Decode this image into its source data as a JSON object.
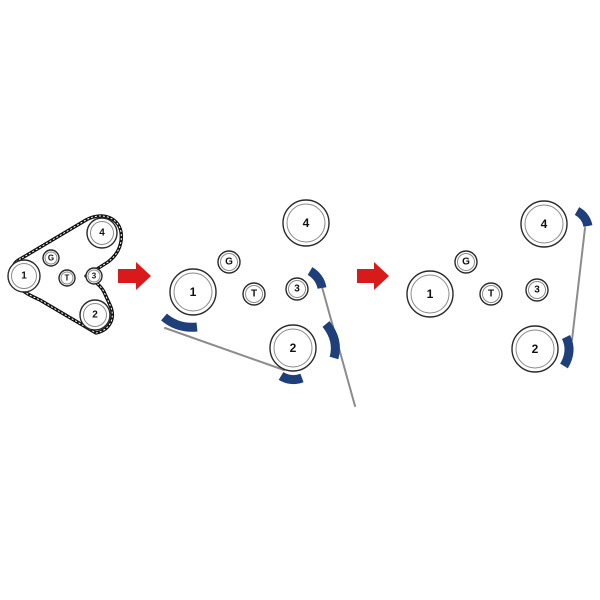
{
  "colors": {
    "belt_segment": "#1f3f7a",
    "arrow": "#d91a1a",
    "belt_line": "#8c8c8c",
    "outline": "#2a2a2a"
  },
  "pulley_labels": {
    "p1": "1",
    "p2": "2",
    "p3": "3",
    "p4": "4",
    "generator": "G",
    "tensioner": "T"
  },
  "steps": [
    {
      "name": "belt-routing-overview"
    },
    {
      "name": "remove-belt-step-1"
    },
    {
      "name": "remove-belt-step-2"
    }
  ]
}
